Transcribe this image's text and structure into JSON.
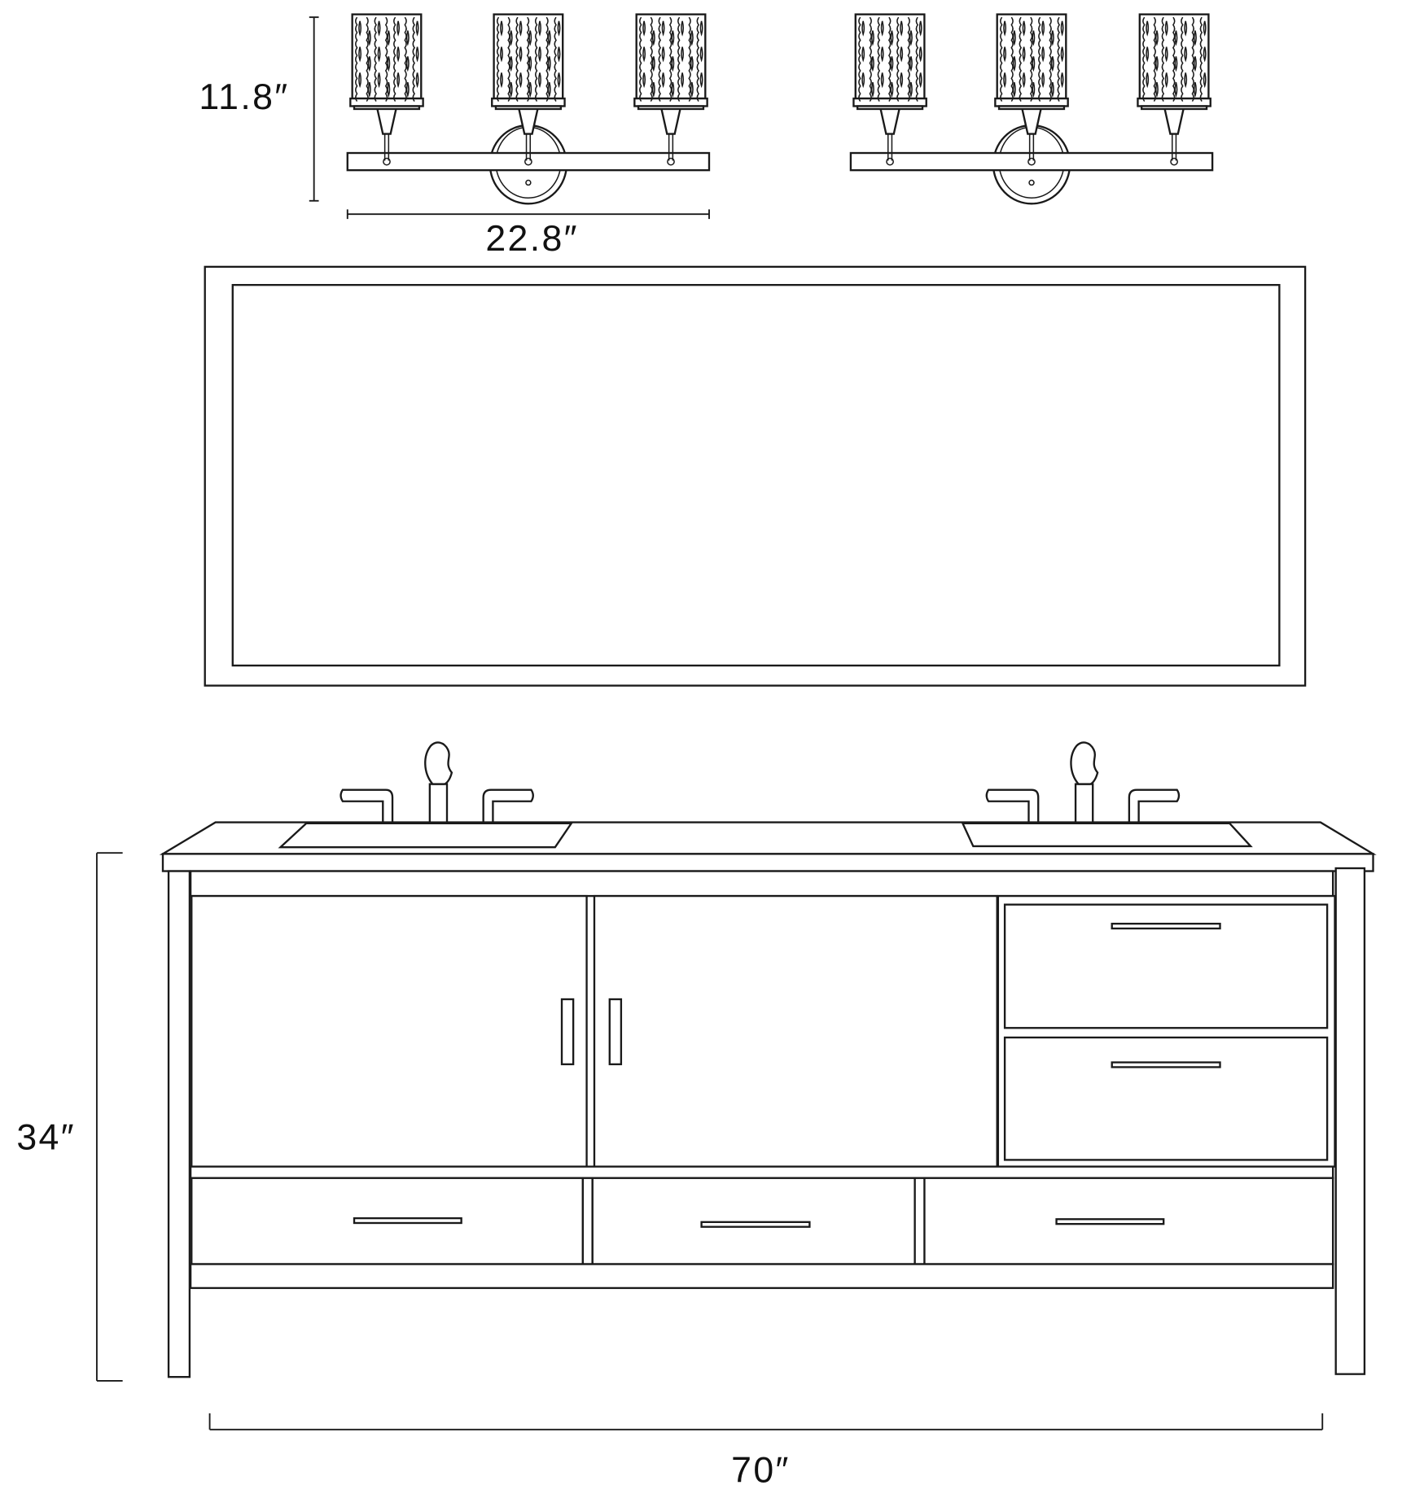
{
  "dimensions": {
    "sconce_height": "11.8″",
    "sconce_width": "22.8″",
    "vanity_height": "34″",
    "vanity_width": "70″"
  },
  "colors": {
    "line": "#1a1a1a",
    "background": "#ffffff"
  }
}
